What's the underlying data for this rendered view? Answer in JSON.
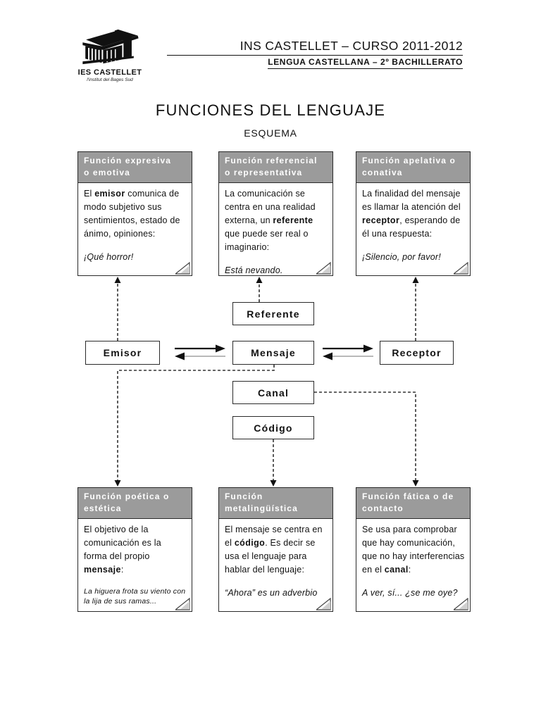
{
  "header": {
    "logo_title": "IES CASTELLET",
    "logo_subtitle": "l'institut del Bages Sud",
    "course_line": "INS CASTELLET – CURSO 2011-2012",
    "subject_line": "LENGUA CASTELLANA – 2º BACHILLERATO"
  },
  "title": "FUNCIONES DEL LENGUAJE",
  "subtitle": "ESQUEMA",
  "notes": [
    {
      "title_line1": "Función expresiva",
      "title_line2": "o emotiva",
      "pre": "El ",
      "bold": "emisor",
      "post": " comunica de modo subjetivo sus sentimientos, estado de ánimo, opiniones:",
      "example": "¡Qué horror!"
    },
    {
      "title_line1": "Función referencial",
      "title_line2": "o representativa",
      "pre": "La comunicación se centra en una realidad externa, un ",
      "bold": "referente",
      "post": " que puede ser real o imaginario:",
      "example": "Está nevando."
    },
    {
      "title_line1": "Función apelativa o",
      "title_line2": "conativa",
      "pre": "La finalidad del mensaje es llamar la atención del ",
      "bold": "receptor",
      "post": ", esperando de él una respuesta:",
      "example": "¡Silencio, por favor!"
    },
    {
      "title_line1": "Función poética o",
      "title_line2": "estética",
      "pre": "El objetivo de la comunicación es la forma del propio ",
      "bold": "mensaje",
      "post": ":",
      "example": "La higuera frota su viento con la lija de sus ramas..."
    },
    {
      "title_line1": "Función",
      "title_line2": "metalingüística",
      "pre": "El mensaje se centra en el ",
      "bold": "código",
      "post": ". Es decir se usa el lenguaje para hablar del lenguaje:",
      "example": "“Ahora” es un adverbio"
    },
    {
      "title_line1": "Función fática o de",
      "title_line2": "contacto",
      "pre": "Se usa para comprobar que hay comunicación, que no hay interferencias en el ",
      "bold": "canal",
      "post": ":",
      "example": "A ver, sí... ¿se me oye?"
    }
  ],
  "diagram": {
    "referente": "Referente",
    "emisor": "Emisor",
    "mensaje": "Mensaje",
    "receptor": "Receptor",
    "canal": "Canal",
    "codigo": "Código"
  },
  "colors": {
    "note_header_bg": "#9b9b9b",
    "note_border": "#2a2a2a",
    "arrow_black": "#111111",
    "arrow_gray": "#8f8f8f"
  }
}
